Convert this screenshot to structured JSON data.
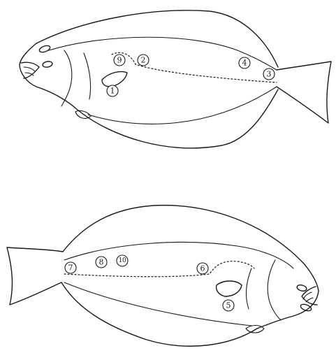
{
  "markers": {
    "m1": "1",
    "m2": "2",
    "m3": "3",
    "m4": "4",
    "m5": "5",
    "m6": "6",
    "m7": "7",
    "m8": "8",
    "m9": "9",
    "m10": "10"
  }
}
